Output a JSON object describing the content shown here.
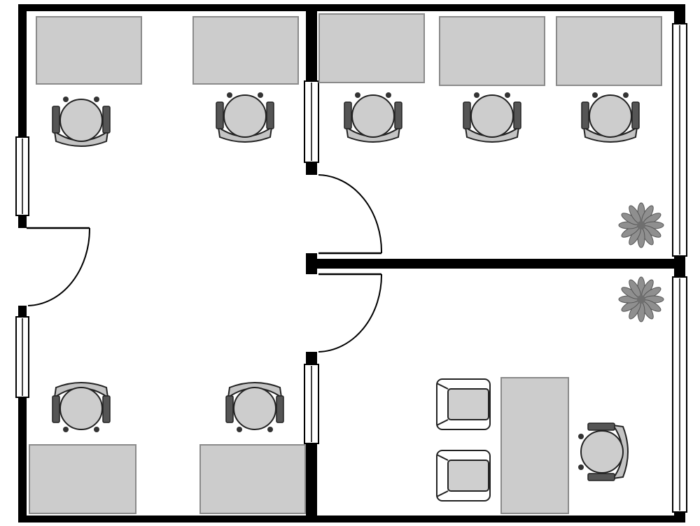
{
  "floor_plan": {
    "rooms": [
      "open-office-west",
      "office-northeast",
      "office-southeast"
    ],
    "colors": {
      "wall": "#000000",
      "desk_fill": "#cccccc",
      "chair_fill": "#cdcdcd",
      "chair_arm": "#555555",
      "plant": "#8f8f8f"
    },
    "icons": [
      "office-chair-icon",
      "plant-icon",
      "lounge-chair-icon",
      "door-swing-icon",
      "window-icon"
    ]
  }
}
